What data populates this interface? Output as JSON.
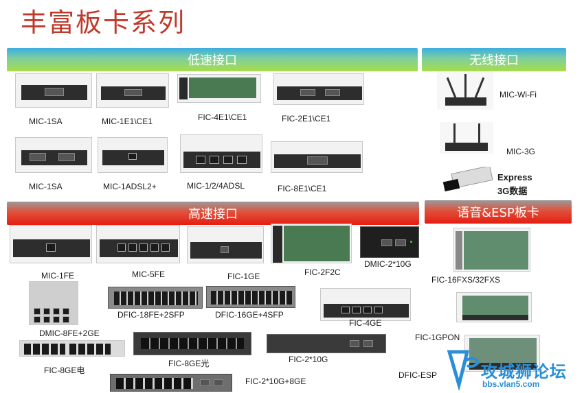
{
  "title": "丰富板卡系列",
  "sections": {
    "low_speed": "低速接口",
    "wireless": "无线接口",
    "high_speed": "高速接口",
    "voice_esp": "语音&ESP板卡"
  },
  "cards": {
    "mic_1sa_a": "MIC-1SA",
    "mic_1e1": "MIC-1E1\\CE1",
    "fic_4e1": "FIC-4E1\\CE1",
    "fic_2e1": "FIC-2E1\\CE1",
    "mic_1sa_b": "MIC-1SA",
    "mic_1adsl": "MIC-1ADSL2+",
    "mic_124adsl": "MIC-1/2/4ADSL",
    "fic_8e1": "FIC-8E1\\CE1",
    "mic_wifi": "MIC-Wi-Fi",
    "mic_3g": "MIC-3G",
    "express_3g_line1": "Express",
    "express_3g_line2": "3G数据",
    "mic_1fe": "MIC-1FE",
    "mic_5fe": "MIC-5FE",
    "fic_1ge": "FIC-1GE",
    "fic_2f2c": "FIC-2F2C",
    "dmic_2_10g": "DMIC-2*10G",
    "fic_16fxs": "FIC-16FXS/32FXS",
    "dfic_18fe": "DFIC-18FE+2SFP",
    "dfic_16ge": "DFIC-16GE+4SFP",
    "fic_4ge": "FIC-4GE",
    "dmic_8fe": "DMIC-8FE+2GE",
    "fic_1gpon": "FIC-1GPON",
    "fic_8ge_e": "FIC-8GE电",
    "fic_8ge_o": "FIC-8GE光",
    "fic_2_10g": "FIC-2*10G",
    "dfic_esp": "DFIC-ESP",
    "fic_2_10g_8ge": "FIC-2*10G+8GE"
  },
  "watermark": {
    "text": "攻城狮论坛",
    "url": "bbs.vlan5.com"
  },
  "colors": {
    "title": "#c0392b",
    "green_banner": "#a8dc4a",
    "red_banner": "#e51d12",
    "watermark": "#2a8fd6"
  }
}
